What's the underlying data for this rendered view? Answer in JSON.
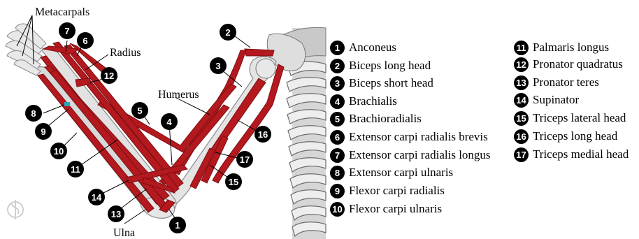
{
  "bone_labels": {
    "metacarpals": "Metacarpals",
    "radius": "Radius",
    "humerus": "Humerus",
    "ulna": "Ulna"
  },
  "legend": [
    {
      "num": "1",
      "label": "Anconeus"
    },
    {
      "num": "2",
      "label": "Biceps long head"
    },
    {
      "num": "3",
      "label": "Biceps short head"
    },
    {
      "num": "4",
      "label": "Brachialis"
    },
    {
      "num": "5",
      "label": "Brachioradialis"
    },
    {
      "num": "6",
      "label": "Extensor carpi radialis brevis"
    },
    {
      "num": "7",
      "label": "Extensor carpi radialis longus"
    },
    {
      "num": "8",
      "label": "Extensor carpi ulnaris"
    },
    {
      "num": "9",
      "label": "Flexor carpi radialis"
    },
    {
      "num": "10",
      "label": "Flexor carpi ulnaris"
    },
    {
      "num": "11",
      "label": "Palmaris longus"
    },
    {
      "num": "12",
      "label": "Pronator quadratus"
    },
    {
      "num": "13",
      "label": "Pronator teres"
    },
    {
      "num": "14",
      "label": "Supinator"
    },
    {
      "num": "15",
      "label": "Triceps lateral head"
    },
    {
      "num": "16",
      "label": "Triceps long head"
    },
    {
      "num": "17",
      "label": "Triceps medial head"
    }
  ],
  "colors": {
    "muscle": "#b3191e",
    "muscle_dark": "#7e0f12",
    "bone": "#e3e3e3",
    "bone_shadow": "#9b9b9b",
    "badge": "#000000",
    "accent_teal": "#2aa6b8"
  }
}
